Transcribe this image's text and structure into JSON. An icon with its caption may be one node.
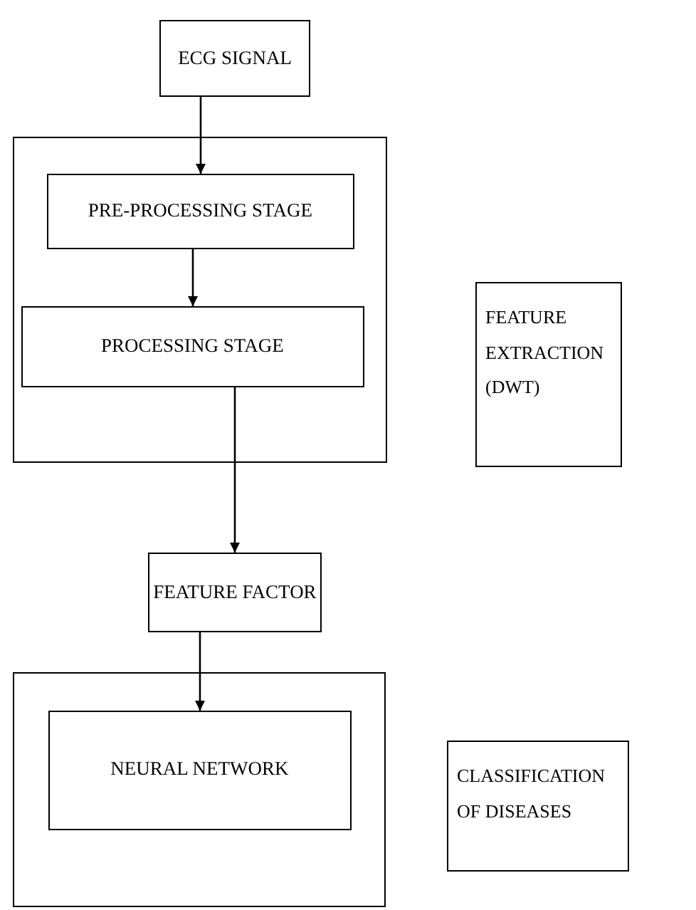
{
  "diagram": {
    "nodes": [
      {
        "text": [
          "ECG SIGNAL"
        ]
      },
      {
        "text": [],
        "shape": "box"
      },
      {
        "text": [
          "PRE-PROCESSING STAGE"
        ],
        "in": 1
      },
      {
        "text": [
          "PROCESSING STAGE"
        ],
        "in": 1
      },
      {
        "text": [
          "FEATURE EXTRACTION (DWT)"
        ]
      },
      {
        "text": [
          "FEATURE FACTOR"
        ]
      },
      {
        "text": [],
        "shape": "box"
      },
      {
        "text": [
          "NEURAL NETWORK"
        ],
        "in": 6
      },
      {
        "text": [
          "CLASSIFICATION OF DISEASES"
        ]
      }
    ],
    "edges": [
      {
        "from": 0,
        "to": 2,
        "arrow": "to"
      },
      {
        "from": 2,
        "to": 3,
        "arrow": "to"
      },
      {
        "from": 3,
        "to": 5,
        "arrow": "to"
      },
      {
        "from": 5,
        "to": 7,
        "arrow": "to"
      }
    ]
  }
}
